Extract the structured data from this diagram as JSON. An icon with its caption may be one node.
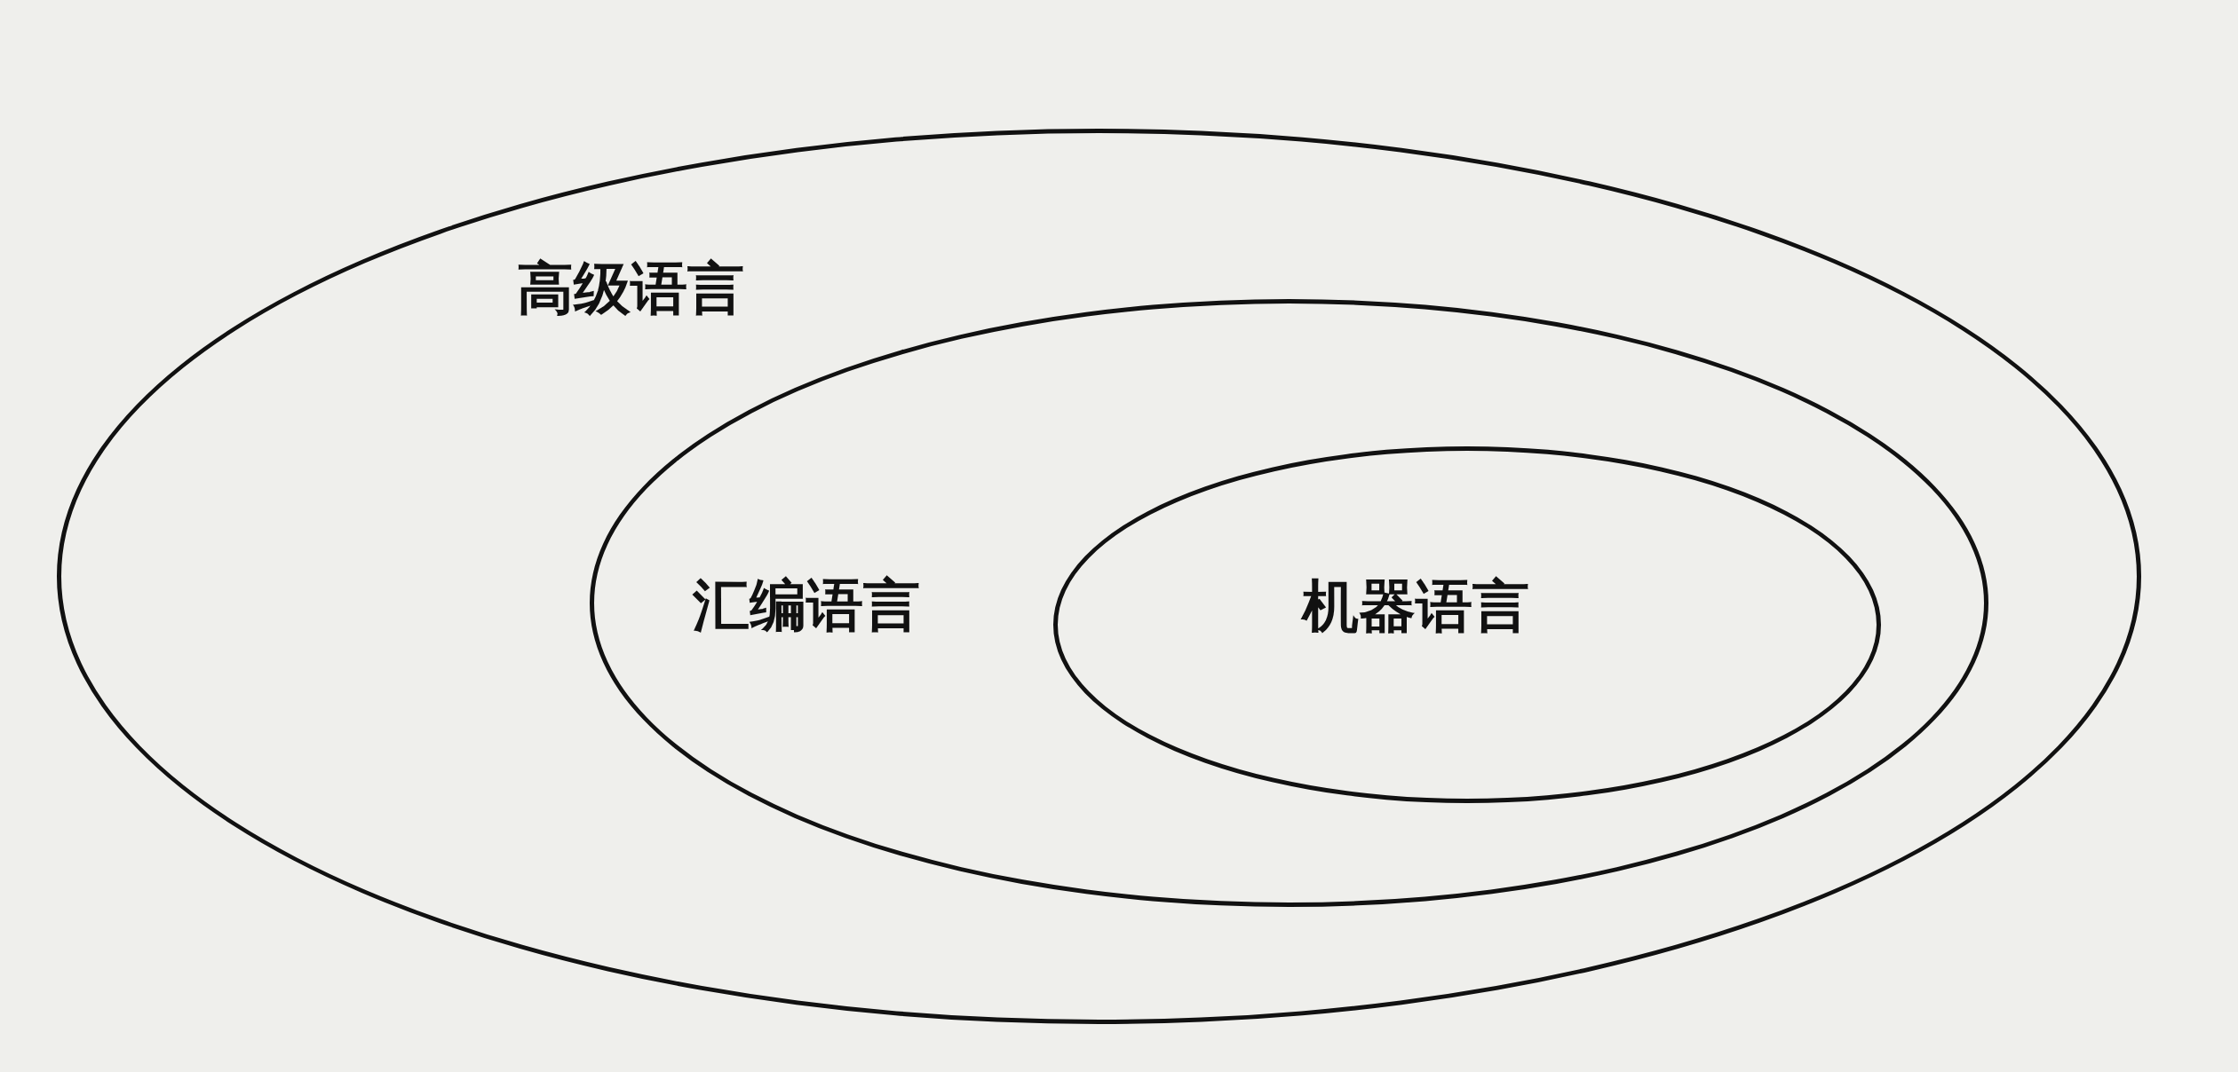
{
  "diagram": {
    "nodes": [
      {
        "text": [
          "高级语言"
        ]
      },
      {
        "text": [
          "汇编语言"
        ],
        "in": 0
      },
      {
        "text": [
          "机器语言"
        ],
        "in": 1
      }
    ]
  }
}
